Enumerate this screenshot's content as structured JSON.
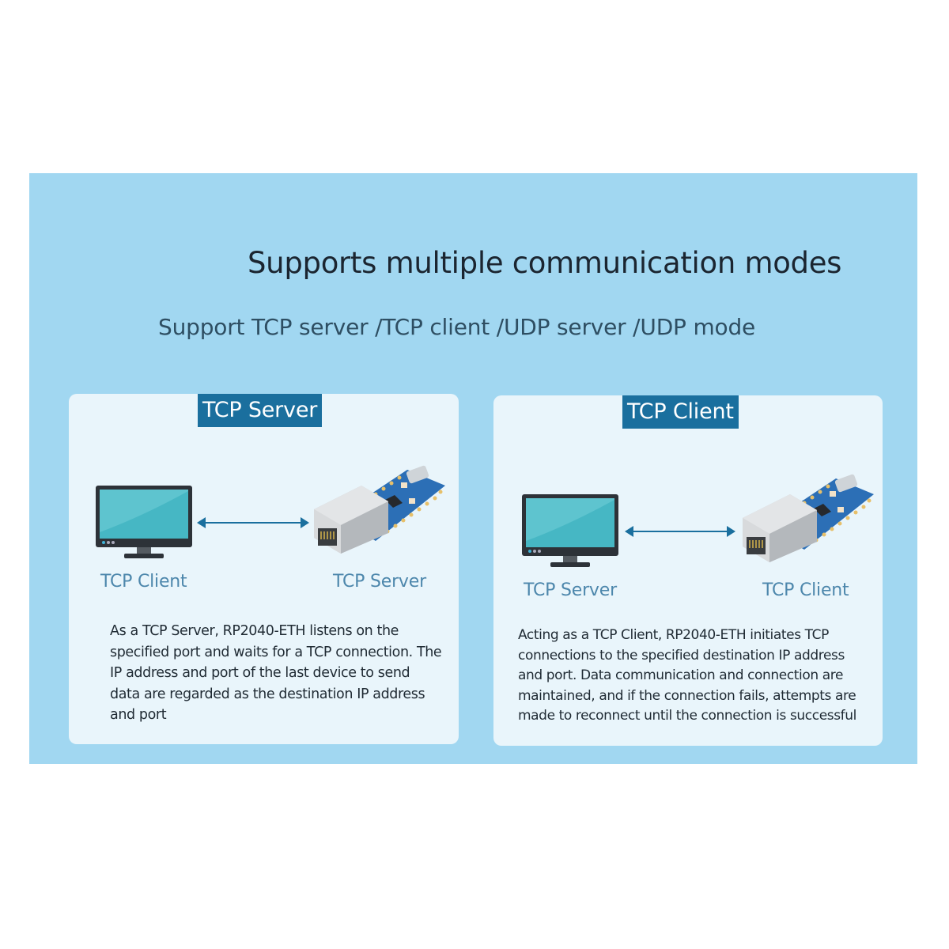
{
  "header": {
    "title": "Supports multiple communication modes",
    "subtitle": "Support TCP server /TCP client /UDP server /UDP mode"
  },
  "colors": {
    "panel_bg": "#a1d7f1",
    "card_bg": "#e9f5fb",
    "badge_bg": "#1a6f9e",
    "label_text": "#4d87ac",
    "arrow": "#1a6f9e"
  },
  "cards": [
    {
      "badge": "TCP Server",
      "left_device": {
        "icon": "monitor-icon",
        "label": "TCP Client"
      },
      "right_device": {
        "icon": "rp2040-eth-board-icon",
        "label": "TCP Server"
      },
      "connector": "bidirectional-arrow",
      "description": "As a TCP Server, RP2040-ETH listens on the specified port and waits for a TCP connection. The IP address and port of the last device to send data are regarded as the destination IP address and port"
    },
    {
      "badge": "TCP Client",
      "left_device": {
        "icon": "monitor-icon",
        "label": "TCP Server"
      },
      "right_device": {
        "icon": "rp2040-eth-board-icon",
        "label": "TCP Client"
      },
      "connector": "bidirectional-arrow",
      "description": "Acting as a TCP Client, RP2040-ETH initiates TCP connections to the specified destination IP address and port. Data communication and connection are maintained, and if the connection fails, attempts are made to reconnect until the connection is successful"
    }
  ]
}
